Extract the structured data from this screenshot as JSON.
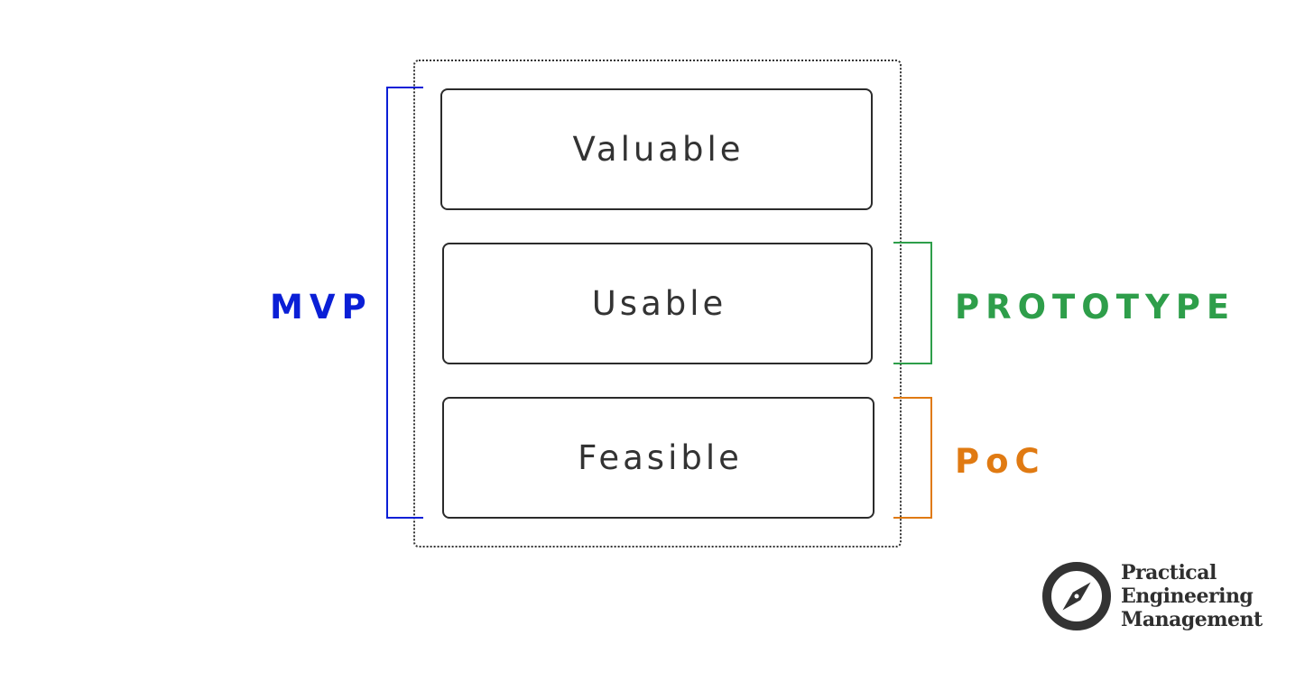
{
  "layers": [
    {
      "label": "Valuable"
    },
    {
      "label": "Usable"
    },
    {
      "label": "Feasible"
    }
  ],
  "brackets": {
    "mvp": {
      "label": "MVP",
      "color": "#0a1fd6"
    },
    "prototype": {
      "label": "PROTOTYPE",
      "color": "#2e9e4a"
    },
    "poc": {
      "label": "PoC",
      "color": "#e07a12"
    }
  },
  "logo": {
    "icon": "compass-icon",
    "line1": "Practical",
    "line2": "Engineering",
    "line3": "Management"
  }
}
